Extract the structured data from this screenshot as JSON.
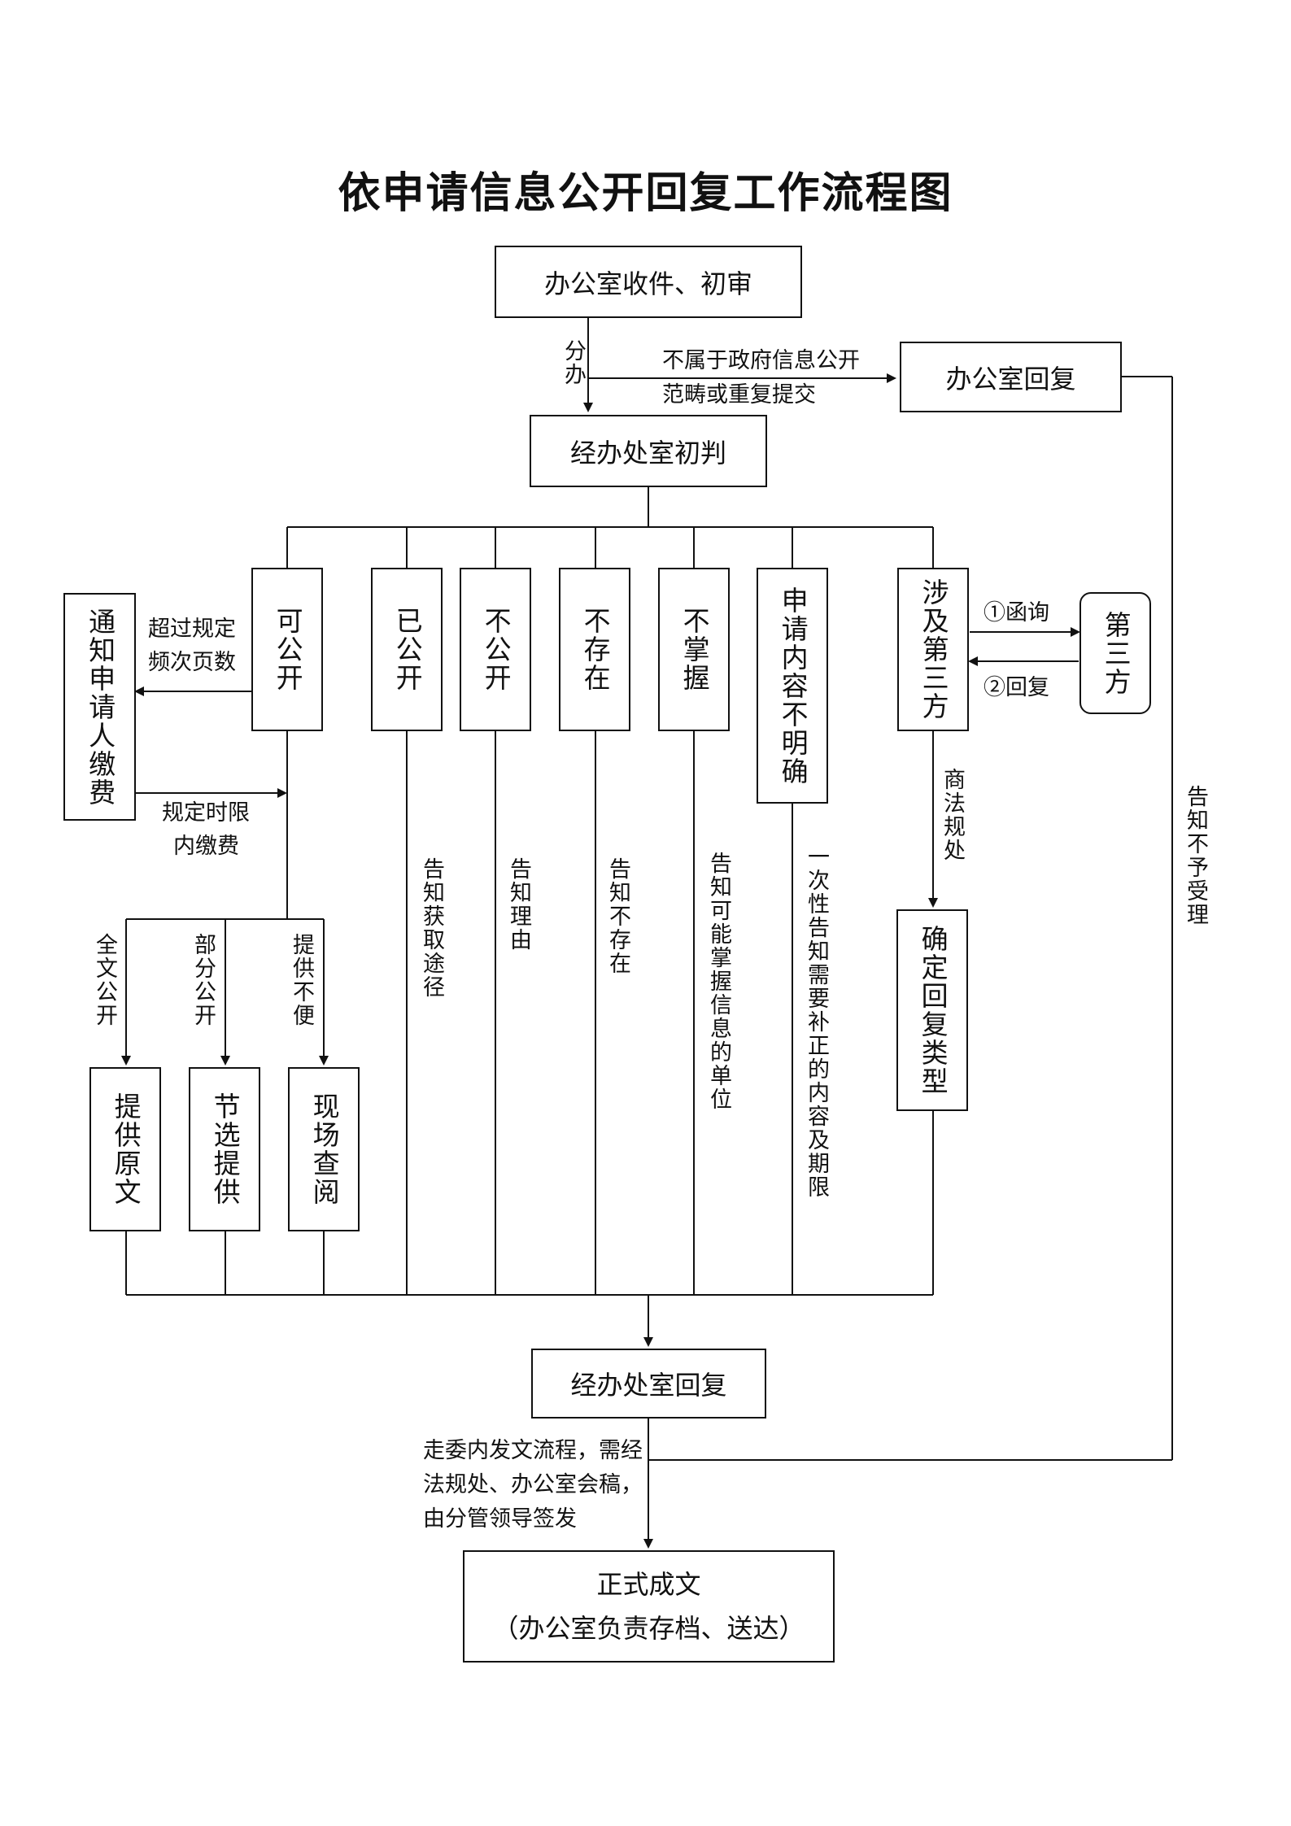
{
  "title": "依申请信息公开回复工作流程图",
  "nodes": {
    "receive": "办公室收件、初审",
    "office_reply": "办公室回复",
    "prejudge": "经办处室初判",
    "notify_fee": "通知申请人缴费",
    "can_disclose": "可公开",
    "disclosed": "已公开",
    "not_disclose": "不公开",
    "not_exist": "不存在",
    "not_held": "不掌握",
    "unclear": "申请内容不明确",
    "third_party": "涉及第三方",
    "third": "第三方",
    "provide_original": "提供原文",
    "excerpt": "节选提供",
    "onsite": "现场查阅",
    "determine": "确定回复类型",
    "dept_reply": "经办处室回复",
    "final_line1": "正式成文",
    "final_line2": "（办公室负责存档、送达）"
  },
  "labels": {
    "fenban": "分办",
    "not_scope_1": "不属于政府信息公开",
    "not_scope_2": "范畴或重复提交",
    "over_limit_1": "超过规定",
    "over_limit_2": "频次页数",
    "pay_1": "规定时限",
    "pay_2": "内缴费",
    "full": "全文公开",
    "partial": "部分公开",
    "inconvenient": "提供不便",
    "way": "告知获取途径",
    "reason": "告知理由",
    "notexist": "告知不存在",
    "maybe": "告知可能掌握信息的单位",
    "supplement": "一次性告知需要补正的内容及期限",
    "letter": "①函询",
    "reply": "②回复",
    "consult": "商法规处",
    "reject": "告知不予受理",
    "process_1": "走委内发文流程，需经",
    "process_2": "法规处、办公室会稿，",
    "process_3": "由分管领导签发"
  }
}
